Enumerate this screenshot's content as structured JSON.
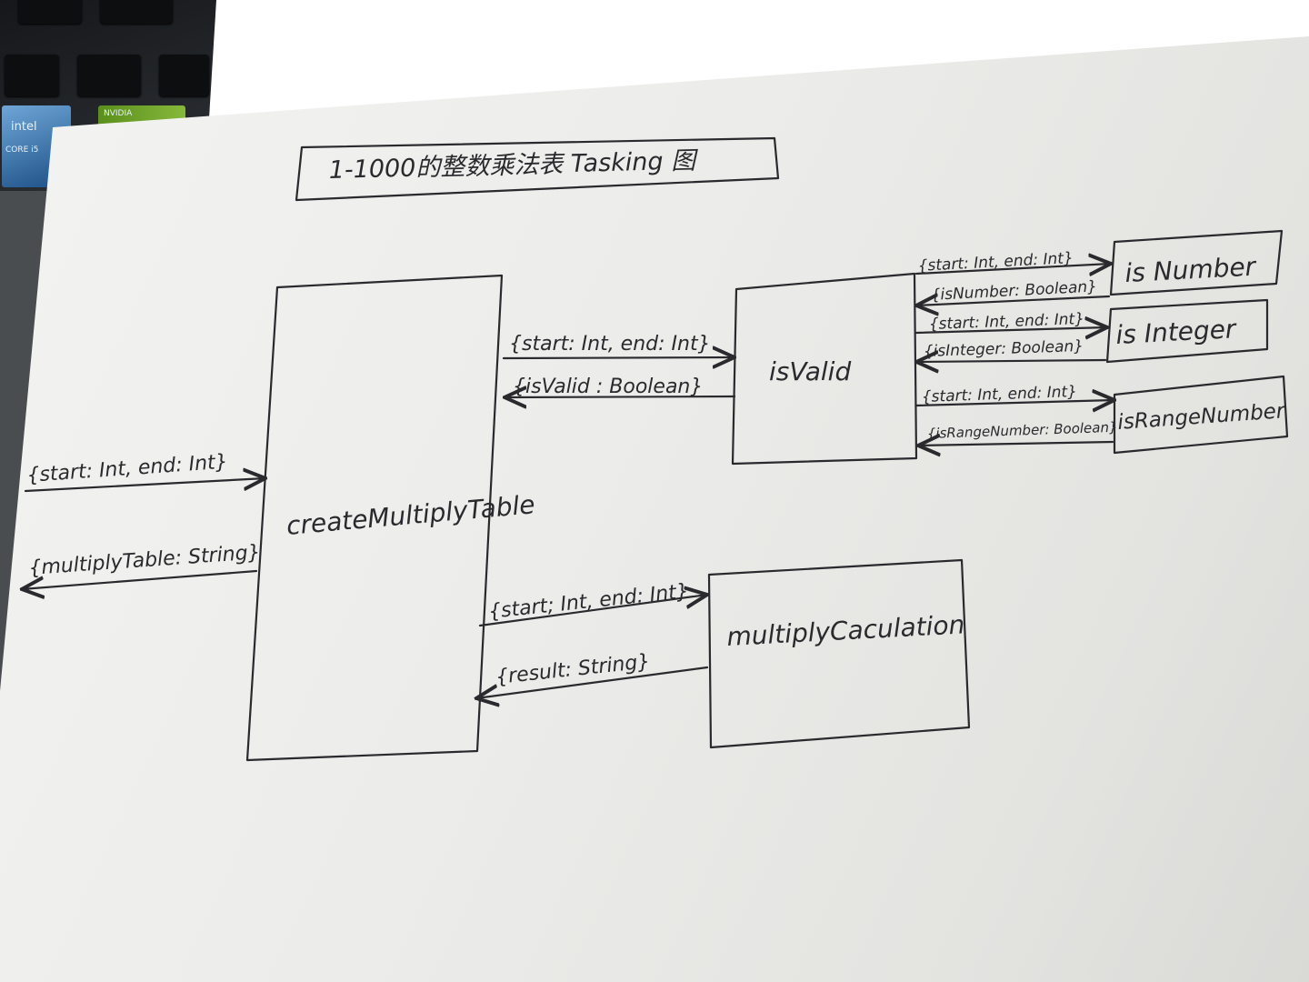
{
  "title": "1-1000的整数乘法表 Tasking 图",
  "boxes": {
    "create": "createMultiplyTable",
    "isvalid": "isValid",
    "calc": "multiplyCaculation",
    "isnumber": "is Number",
    "isinteger": "is Integer",
    "israngenumber": "isRangeNumber"
  },
  "labels": {
    "input_start_end": "{start: Int, end: Int}",
    "output_table": "{multiplyTable: String}",
    "to_isvalid": "{start: Int, end: Int}",
    "from_isvalid": "{isValid : Boolean}",
    "to_calc": "{start; Int, end: Int}",
    "from_calc": "{result: String}",
    "to_isnumber": "{start: Int, end: Int}",
    "from_isnumber": "{isNumber: Boolean}",
    "to_isinteger": "{start: Int, end: Int}",
    "from_isinteger": "{isInteger: Boolean}",
    "to_isrange": "{start: Int, end: Int}",
    "from_isrange": "{isRangeNumber: Boolean}"
  },
  "stickers": {
    "intel": "intel",
    "core": "CORE i5",
    "nvidia": "NVIDIA"
  },
  "colors": {
    "ink": "#2a2a2e",
    "paper": "#efefed"
  }
}
